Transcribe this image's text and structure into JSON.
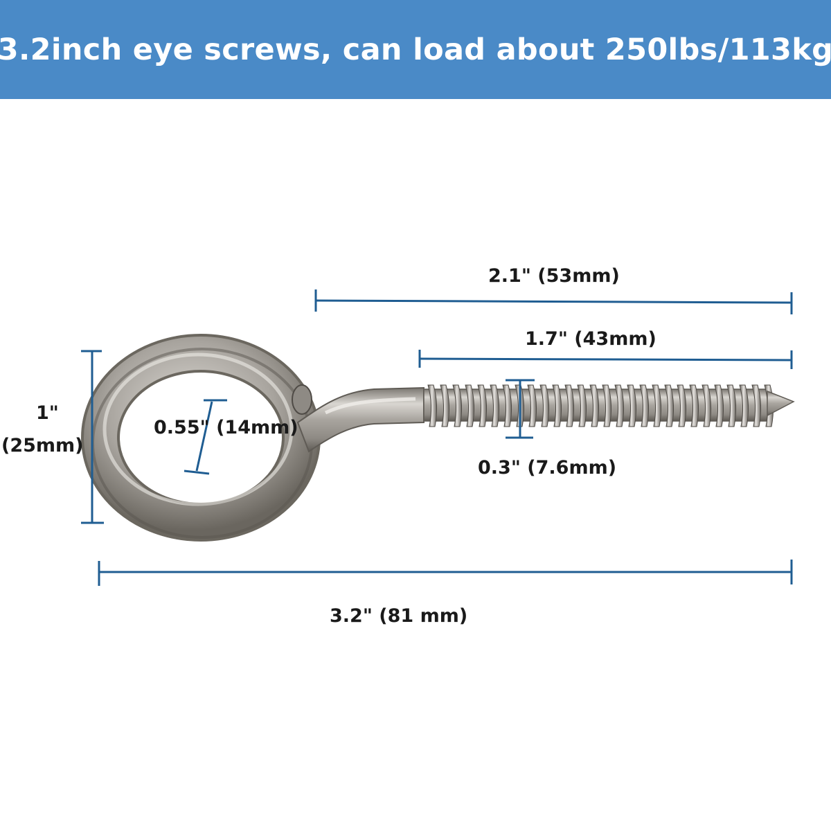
{
  "banner": {
    "title": "3.2inch eye screws, can load about 250lbs/113kg",
    "color": "#4a8ac7"
  },
  "dimensions": {
    "total_length": "3.2\" (81 mm)",
    "shank_length": "2.1\" (53mm)",
    "thread_length": "1.7\" (43mm)",
    "eye_height_inch": "1\"",
    "eye_height_mm": "(25mm)",
    "eye_inner_diameter": "0.55\" (14mm)",
    "thread_diameter": "0.3\" (7.6mm)"
  },
  "colors": {
    "dimension_line": "#1f5d92",
    "metal": "#b8b4ae"
  },
  "product": "stainless-steel-eye-screw-image"
}
